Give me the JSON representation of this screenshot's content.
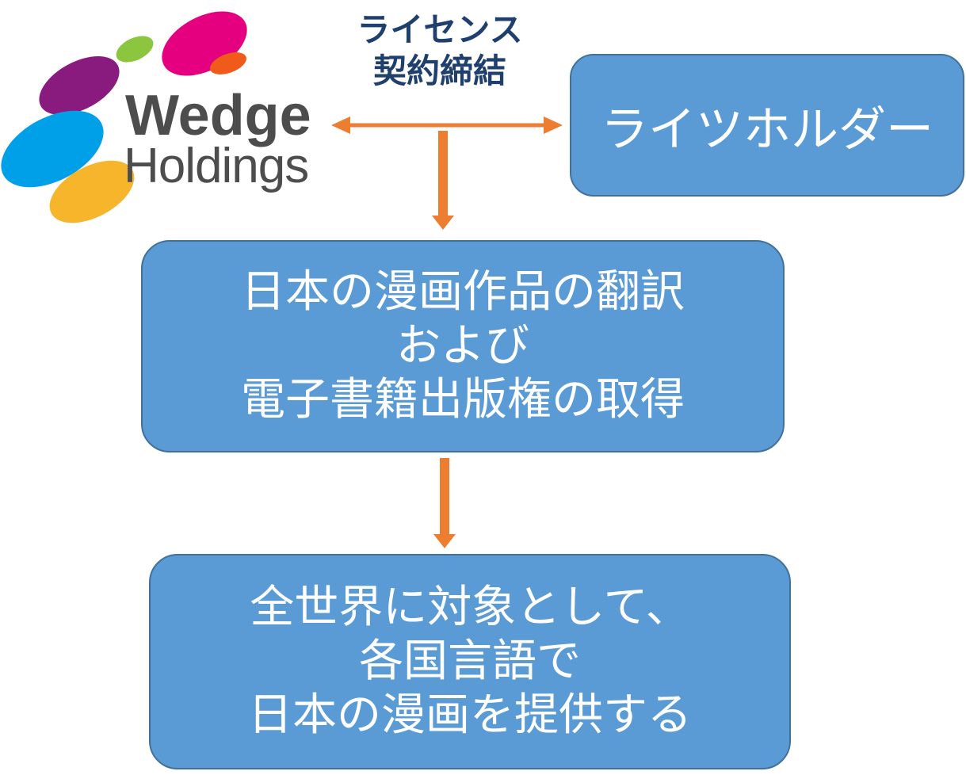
{
  "logo": {
    "line1": "Wedge",
    "line2": "Holdings",
    "colors": [
      "#e5007f",
      "#8cc63f",
      "#8a1b7e",
      "#f05a1a",
      "#00a0e9",
      "#f7b52c"
    ]
  },
  "license": {
    "line1": "ライセンス",
    "line2": "契約締結"
  },
  "rights_holder": {
    "label": "ライツホルダー"
  },
  "acquisition": {
    "line1": "日本の漫画作品の翻訳",
    "line2": "および",
    "line3": "電子書籍出版権の取得"
  },
  "provision": {
    "line1": "全世界に対象として、",
    "line2": "各国言語で",
    "line3": "日本の漫画を提供する"
  },
  "colors": {
    "box_fill": "#5b9bd5",
    "box_border": "#41719c",
    "arrow": "#ed7d31",
    "label_text": "#1f3f6e"
  }
}
